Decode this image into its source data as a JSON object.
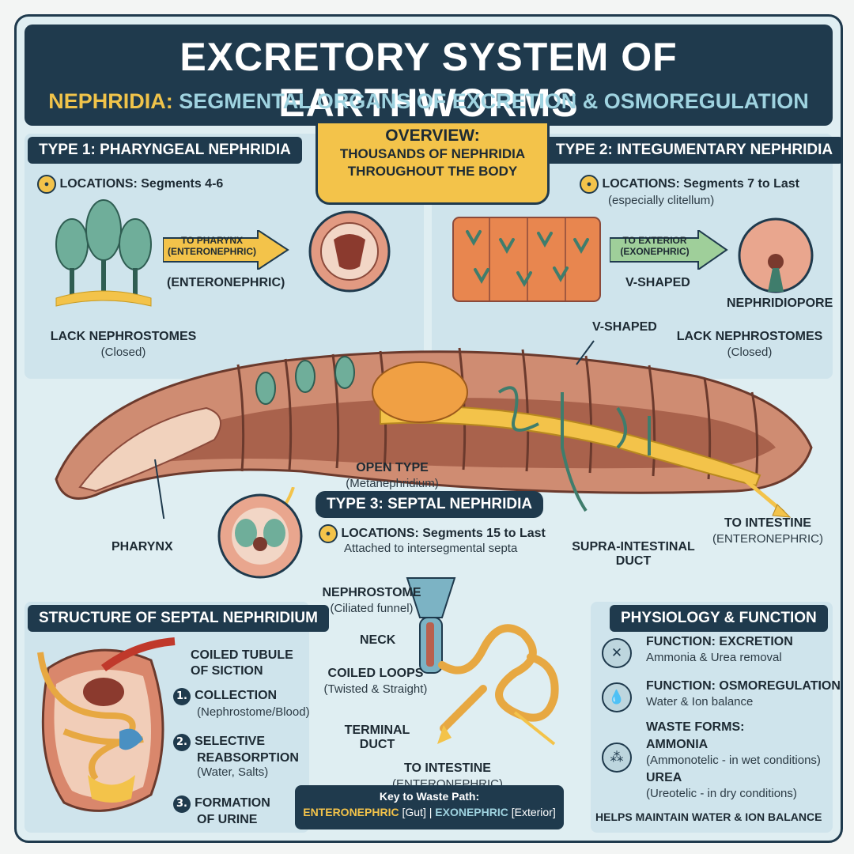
{
  "header": {
    "title": "EXCRETORY SYSTEM OF EARTHWORMS",
    "subtitle_a": "NEPHRIDIA:",
    "subtitle_b": "SEGMENTAL ORGANS OF EXCRETION & OSMOREGULATION"
  },
  "overview": {
    "title": "OVERVIEW:",
    "line1": "THOUSANDS OF NEPHRIDIA",
    "line2": "THROUGHOUT THE BODY"
  },
  "type1": {
    "heading": "TYPE 1: PHARYNGEAL NEPHRIDIA",
    "locations": "LOCATIONS: Segments 4-6",
    "arrow_line1": "TO PHARYNX",
    "arrow_line2": "(ENTERONEPHRIC)",
    "below_arrow": "(ENTERONEPHRIC)",
    "lack": "LACK NEPHROSTOMES",
    "closed": "(Closed)"
  },
  "type2": {
    "heading": "TYPE 2: INTEGUMENTARY NEPHRIDIA",
    "locations": "LOCATIONS: Segments 7 to Last",
    "locations_note": "(especially clitellum)",
    "arrow_line1": "TO EXTERIOR",
    "arrow_line2": "(EXONEPHRIC)",
    "v_shaped": "V-SHAPED",
    "nephridiopore": "NEPHRIDIOPORE",
    "v_shaped_2": "V-SHAPED",
    "lack": "LACK NEPHROSTOMES",
    "closed": "(Closed)"
  },
  "body": {
    "pharynx": "PHARYNX",
    "open_type": "OPEN TYPE",
    "metanephridium": "(Metanephridium)",
    "supra_line1": "SUPRA-INTESTINAL",
    "supra_line2": "DUCT",
    "to_intestine_right": "TO INTESTINE",
    "enteronephric_right": "(ENTERONEPHRIC)"
  },
  "type3": {
    "heading": "TYPE 3: SEPTAL NEPHRIDIA",
    "locations": "LOCATIONS: Segments 15 to Last",
    "attached": "Attached to intersegmental septa",
    "nephrostome": "NEPHROSTOME",
    "ciliated": "(Ciliated funnel)",
    "neck": "NECK",
    "coiled": "COILED LOOPS",
    "twisted": "(Twisted & Straight)",
    "terminal_1": "TERMINAL",
    "terminal_2": "DUCT",
    "to_intestine": "TO INTESTINE",
    "enteronephric": "(ENTERONEPHRIC)"
  },
  "structure": {
    "heading": "STRUCTURE OF SEPTAL NEPHRIDIUM",
    "coiled_1": "COILED TUBULE",
    "coiled_2": "OF SICTION",
    "steps": [
      {
        "num": "1.",
        "title": "COLLECTION",
        "title2": "",
        "note": "(Nephrostome/Blood)"
      },
      {
        "num": "2.",
        "title": "SELECTIVE",
        "title2": "REABSORPTION",
        "note": "(Water, Salts)"
      },
      {
        "num": "3.",
        "title": "FORMATION",
        "title2": "OF URINE",
        "note": ""
      }
    ]
  },
  "key": {
    "title": "Key to Waste Path:",
    "entero": "ENTERONEPHRIC",
    "entero_note": "[Gut]",
    "sep": "|",
    "exo": "EXONEPHRIC",
    "exo_note": "[Exterior]"
  },
  "physiology": {
    "heading": "PHYSIOLOGY & FUNCTION",
    "items": [
      {
        "icon": "excretion-icon",
        "title": "FUNCTION: EXCRETION",
        "note": "Ammonia & Urea removal"
      },
      {
        "icon": "water-drop-icon",
        "title": "FUNCTION: OSMOREGULATION",
        "note": "Water & Ion balance"
      }
    ],
    "waste_title": "WASTE FORMS:",
    "ammonia": "AMMONIA",
    "ammonia_note": "(Ammonotelic - in wet conditions)",
    "urea": "UREA",
    "urea_note": "(Ureotelic - in dry conditions)",
    "footer": "HELPS MAINTAIN WATER & ION BALANCE"
  }
}
